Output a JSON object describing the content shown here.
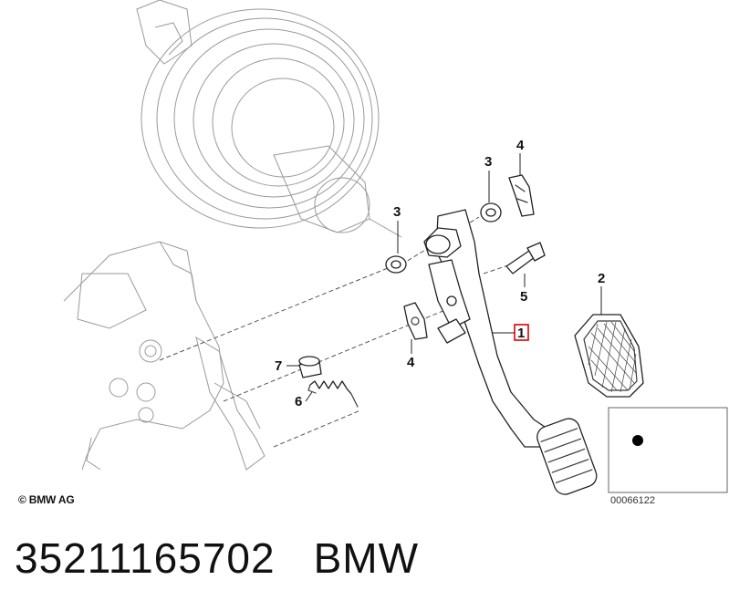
{
  "callouts": {
    "c1": "1",
    "c2": "2",
    "c3a": "3",
    "c3b": "3",
    "c4a": "4",
    "c4b": "4",
    "c5": "5",
    "c6": "6",
    "c7": "7"
  },
  "copyright": "© BMW AG",
  "image_ref": "00066122",
  "part_number": "35211165702",
  "brand": "BMW",
  "colors": {
    "highlight_box": "#e00000"
  }
}
